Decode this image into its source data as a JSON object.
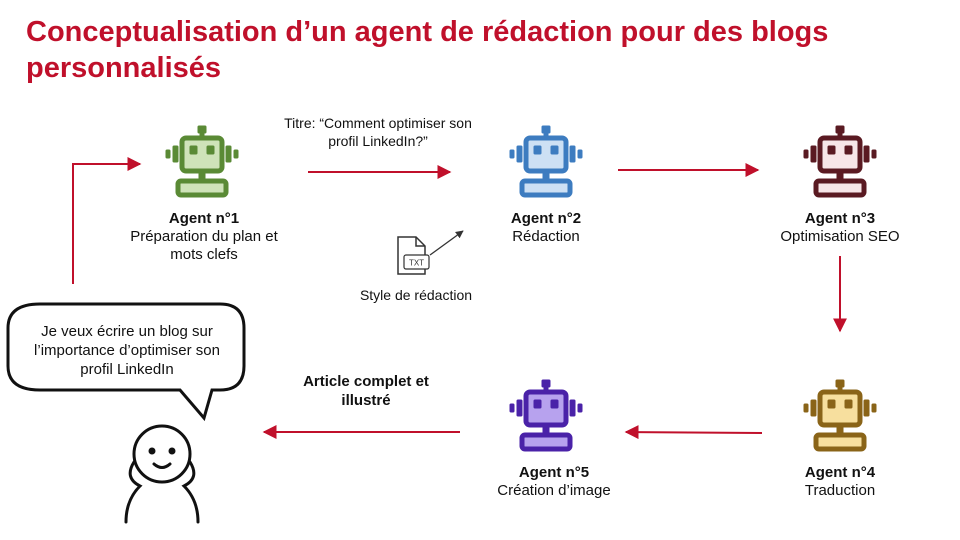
{
  "title": "Conceptualisation d’un agent de rédaction pour des blogs personnalisés",
  "colors": {
    "title": "#c0102b",
    "arrow": "#c0102b",
    "agent1": "#5a8a35",
    "agent2": "#3d7cc0",
    "agent3": "#5a1a22",
    "agent4": "#8a6418",
    "agent5": "#4a22a8"
  },
  "user_request": "Je veux écrire un blog sur l’importance d’optimiser son profil LinkedIn",
  "title_note": "Titre: “Comment optimiser son profil LinkedIn?”",
  "style_note": "Style de rédaction",
  "file_icon_label": "TXT",
  "result_note": "Article complet et illustré",
  "agents": [
    {
      "name": "Agent n°1",
      "role": "Préparation du plan et mots clefs",
      "icon": "robot-icon"
    },
    {
      "name": "Agent n°2",
      "role": "Rédaction",
      "icon": "robot-icon"
    },
    {
      "name": "Agent n°3",
      "role": "Optimisation SEO",
      "icon": "robot-icon"
    },
    {
      "name": "Agent n°4",
      "role": "Traduction",
      "icon": "robot-icon"
    },
    {
      "name": "Agent n°5",
      "role": "Création d’image",
      "icon": "robot-icon"
    }
  ]
}
